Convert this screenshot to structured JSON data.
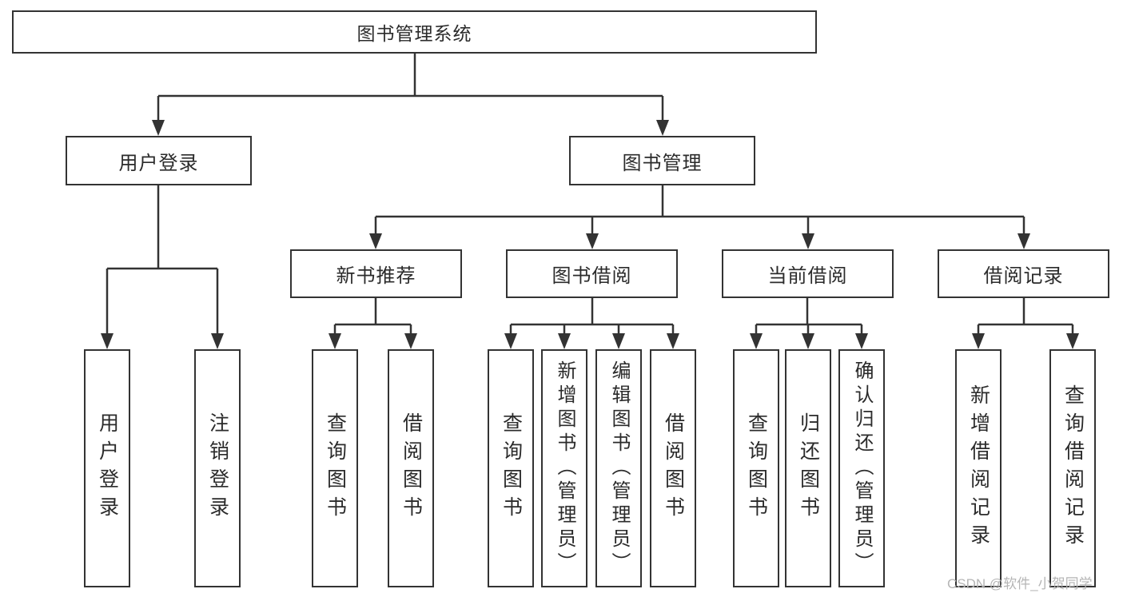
{
  "tree": {
    "root": {
      "label": "图书管理系统"
    },
    "branches": {
      "user_login": {
        "label": "用户登录",
        "children": [
          "用户登录",
          "注销登录"
        ]
      },
      "book_management": {
        "label": "图书管理"
      }
    },
    "modules": {
      "new_book_recommend": {
        "label": "新书推荐",
        "children": [
          "查询图书",
          "借阅图书"
        ]
      },
      "book_borrow": {
        "label": "图书借阅",
        "children": [
          "查询图书",
          "新增图书（管理员）",
          "编辑图书（管理员）",
          "借阅图书"
        ]
      },
      "current_borrow": {
        "label": "当前借阅",
        "children": [
          "查询图书",
          "归还图书",
          "确认归还（管理员）"
        ]
      },
      "borrow_record": {
        "label": "借阅记录",
        "children": [
          "新增借阅记录",
          "查询借阅记录"
        ]
      }
    }
  },
  "watermark": {
    "text": "CSDN @软件_小贺同学"
  },
  "colors": {
    "line": "#333333",
    "text": "#2b2b2b",
    "watermark_gray": "#b5b5b5",
    "background": "#ffffff"
  }
}
